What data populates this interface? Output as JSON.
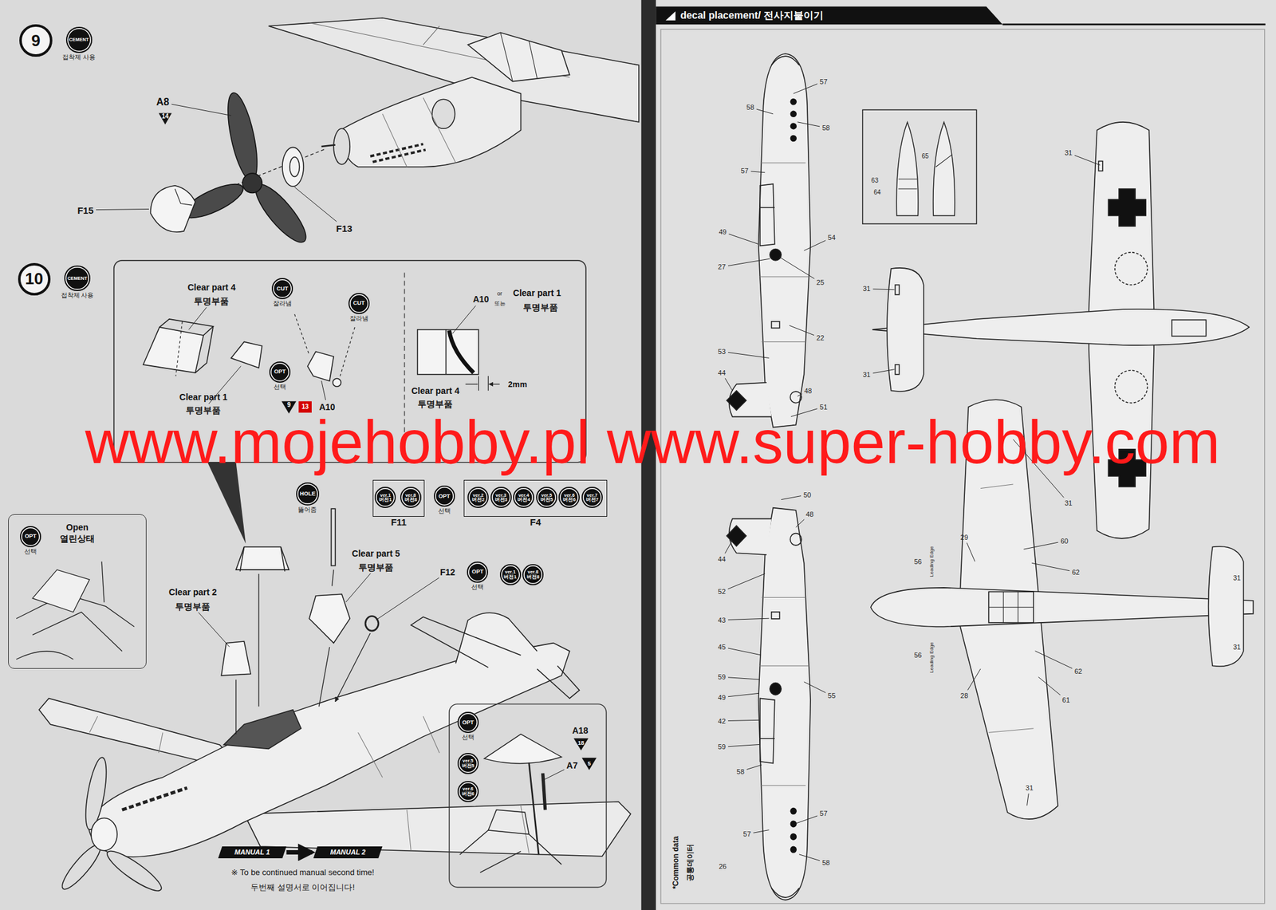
{
  "diagram": {
    "title": "decal placement/ 전사지붙이기",
    "nodes": [
      {
        "text": [
          "9"
        ]
      },
      {
        "text": [
          "CEMENT",
          "접착제 사용"
        ]
      },
      {
        "text": [
          "10"
        ]
      },
      {
        "text": [
          "CEMENT",
          "접착제 사용"
        ]
      },
      {
        "text": [
          "CUT",
          "잘라냄"
        ]
      },
      {
        "text": [
          "CUT",
          "잘라냄"
        ]
      },
      {
        "text": [
          "OPT",
          "선택"
        ]
      },
      {
        "text": [
          "Open",
          "열린상태"
        ]
      },
      {
        "text": [
          "OPT",
          "선택"
        ],
        "in": 7
      },
      {
        "text": [
          "HOLE",
          "뚫어줌"
        ]
      },
      {
        "text": [
          "F11"
        ]
      },
      {
        "text": [
          "ver.1",
          "버전1"
        ],
        "in": 10
      },
      {
        "text": [
          "ver.8",
          "버전8"
        ],
        "in": 10
      },
      {
        "text": [
          "OPT",
          "선택"
        ]
      },
      {
        "text": [
          "F4"
        ]
      },
      {
        "text": [
          "ver.2",
          "버전2"
        ],
        "in": 14
      },
      {
        "text": [
          "ver.3",
          "버전3"
        ],
        "in": 14
      },
      {
        "text": [
          "ver.4",
          "버전4"
        ],
        "in": 14
      },
      {
        "text": [
          "ver.5",
          "버전5"
        ],
        "in": 14
      },
      {
        "text": [
          "ver.6",
          "버전6"
        ],
        "in": 14
      },
      {
        "text": [
          "ver.7",
          "버전7"
        ],
        "in": 14
      },
      {
        "text": [
          "OPT",
          "선택"
        ]
      },
      {
        "text": [
          "ver.1",
          "버전1"
        ]
      },
      {
        "text": [
          "ver.8",
          "버전8"
        ]
      },
      {
        "text": [
          "OPT",
          "선택"
        ]
      },
      {
        "text": [
          "ver.5",
          "버전5"
        ]
      },
      {
        "text": [
          "ver.6",
          "버전6"
        ]
      },
      {
        "text": [
          "MANUAL 1"
        ]
      },
      {
        "text": [
          "MANUAL 2"
        ]
      }
    ],
    "edges": [
      {
        "from": 27,
        "to": 28,
        "arrow": "to"
      }
    ],
    "labels": [
      "A8",
      "14",
      "F15",
      "F13",
      "Clear part 4",
      "투명부품",
      "9",
      "A10",
      "13",
      "Clear part 1",
      "투명부품",
      "A10",
      "or",
      "또는",
      "Clear part 1",
      "투명부품",
      "2mm",
      "Clear part 4",
      "투명부품",
      "www.mojehobby.pl www.super-hobby.com",
      "Clear part 5",
      "투명부품",
      "F12",
      "Clear part 2",
      "투명부품",
      "A18",
      "18",
      "A7",
      "5",
      "※ To be continued manual second time!",
      "두번째 설명서로 이어집니다!",
      "57",
      "58",
      "58",
      "57",
      "49",
      "27",
      "54",
      "25",
      "22",
      "53",
      "44",
      "48",
      "51",
      "31",
      "31",
      "31",
      "63",
      "64",
      "65",
      "50",
      "48",
      "44",
      "52",
      "43",
      "45",
      "59",
      "49",
      "42",
      "59",
      "58",
      "55",
      "57",
      "57",
      "58",
      "26",
      "31",
      "29",
      "56",
      "Leading Edge",
      "60",
      "62",
      "56",
      "Leading Edge",
      "62",
      "28",
      "61",
      "31",
      "31",
      "31",
      "*Common data",
      "공통데이터"
    ]
  }
}
